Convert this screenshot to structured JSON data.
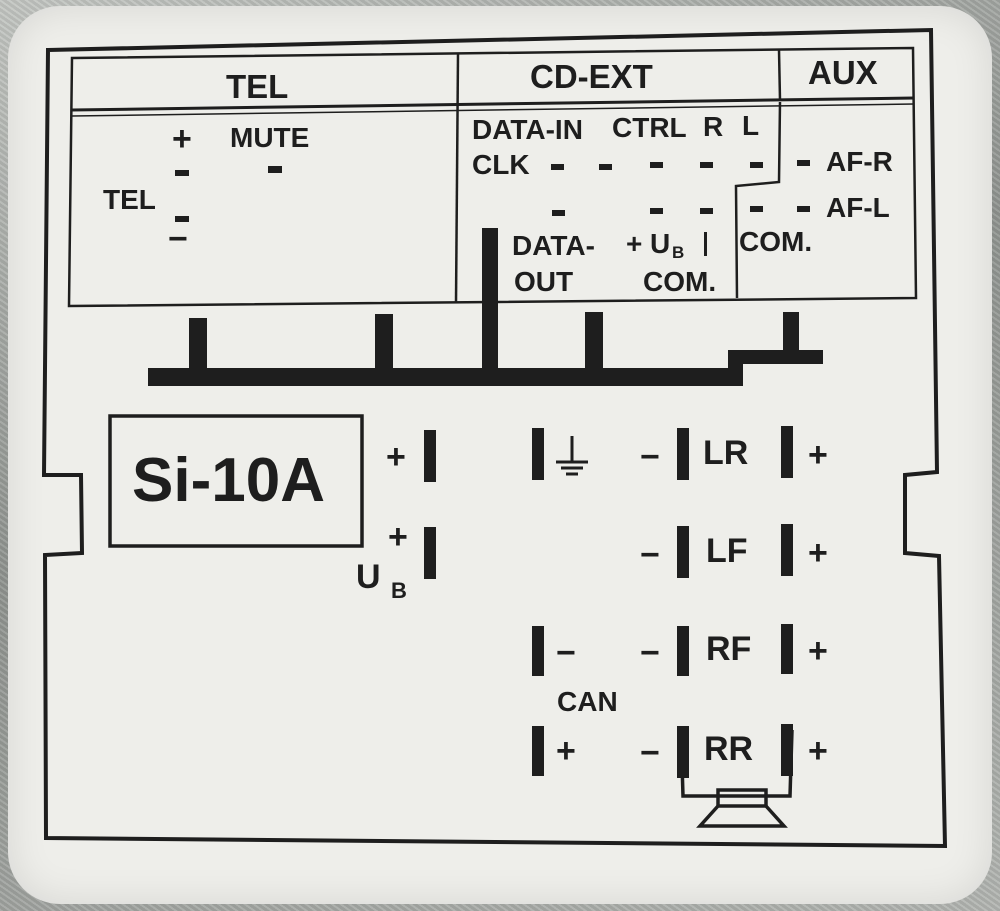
{
  "header": {
    "tel": "TEL",
    "cd_ext": "CD-EXT",
    "aux": "AUX"
  },
  "tel_block": {
    "plus": "+",
    "mute": "MUTE",
    "tel": "TEL",
    "minus": "−"
  },
  "cd_block": {
    "data_in": "DATA-IN",
    "ctrl": "CTRL",
    "r": "R",
    "l": "L",
    "clk": "CLK",
    "data_out_1": "DATA-",
    "data_out_2": "OUT",
    "plus": "+",
    "ub": "U",
    "ub_sub": "B",
    "com_bottom": "COM.",
    "com_mid": "COM."
  },
  "aux_block": {
    "af_r": "AF-R",
    "af_l": "AF-L"
  },
  "power": {
    "model": "Si-10A",
    "plus_top": "+",
    "plus_ub": "+",
    "ub": "U",
    "ub_sub": "B",
    "ground_icon": "ground-icon"
  },
  "speakers": {
    "lr": "LR",
    "lf": "LF",
    "rf": "RF",
    "rr": "RR",
    "minus": "−",
    "plus": "+",
    "speaker_icon": "speaker-icon"
  },
  "can": {
    "label": "CAN",
    "minus": "−",
    "plus": "+"
  },
  "colors": {
    "ink": "#1e1e1e",
    "label_bg": "#eeeeea"
  }
}
